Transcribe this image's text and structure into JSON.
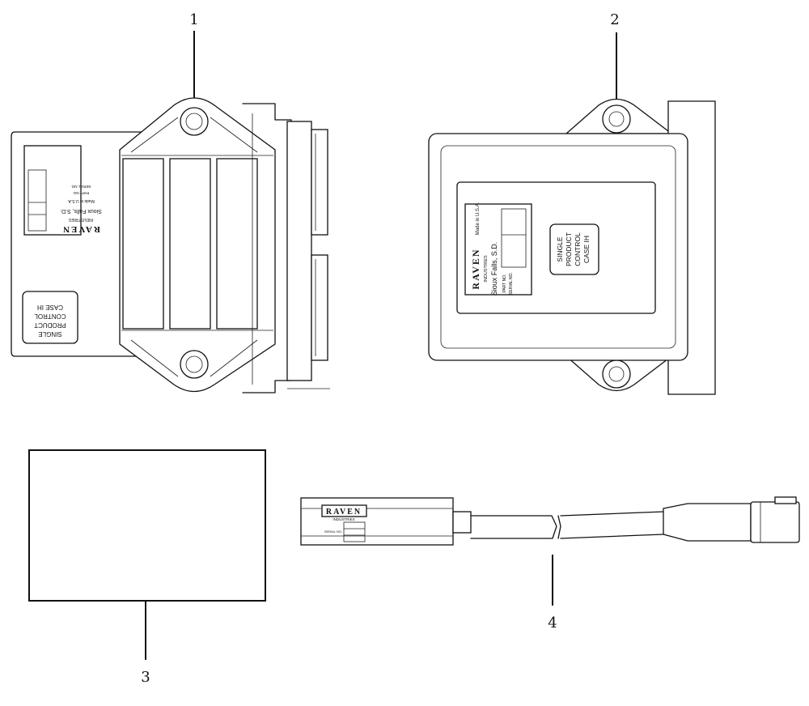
{
  "callouts": [
    "1",
    "2",
    "3",
    "4"
  ],
  "module_1": {
    "brand": "RAVEN",
    "sub": "INDUSTRIES",
    "city": "Sioux Falls, S.D.",
    "made": "Made in U.S.A.",
    "part": "PART NO.",
    "serial": "SERIAL NO.",
    "panel_lines": [
      "SINGLE",
      "PRODUCT",
      "CONTROL",
      "CASE IH"
    ]
  },
  "module_2": {
    "brand": "RAVEN",
    "sub": "INDUSTRIES",
    "city": "Sioux Falls, S.D.",
    "made": "Made in U.S.A.",
    "part": "PART NO.",
    "serial": "SERIAL NO.",
    "panel_lines": [
      "SINGLE",
      "PRODUCT",
      "CONTROL",
      "CASE IH"
    ]
  },
  "harness_4": {
    "brand": "RAVEN",
    "sub": "INDUSTRIES",
    "serial": "SERIAL NO."
  }
}
